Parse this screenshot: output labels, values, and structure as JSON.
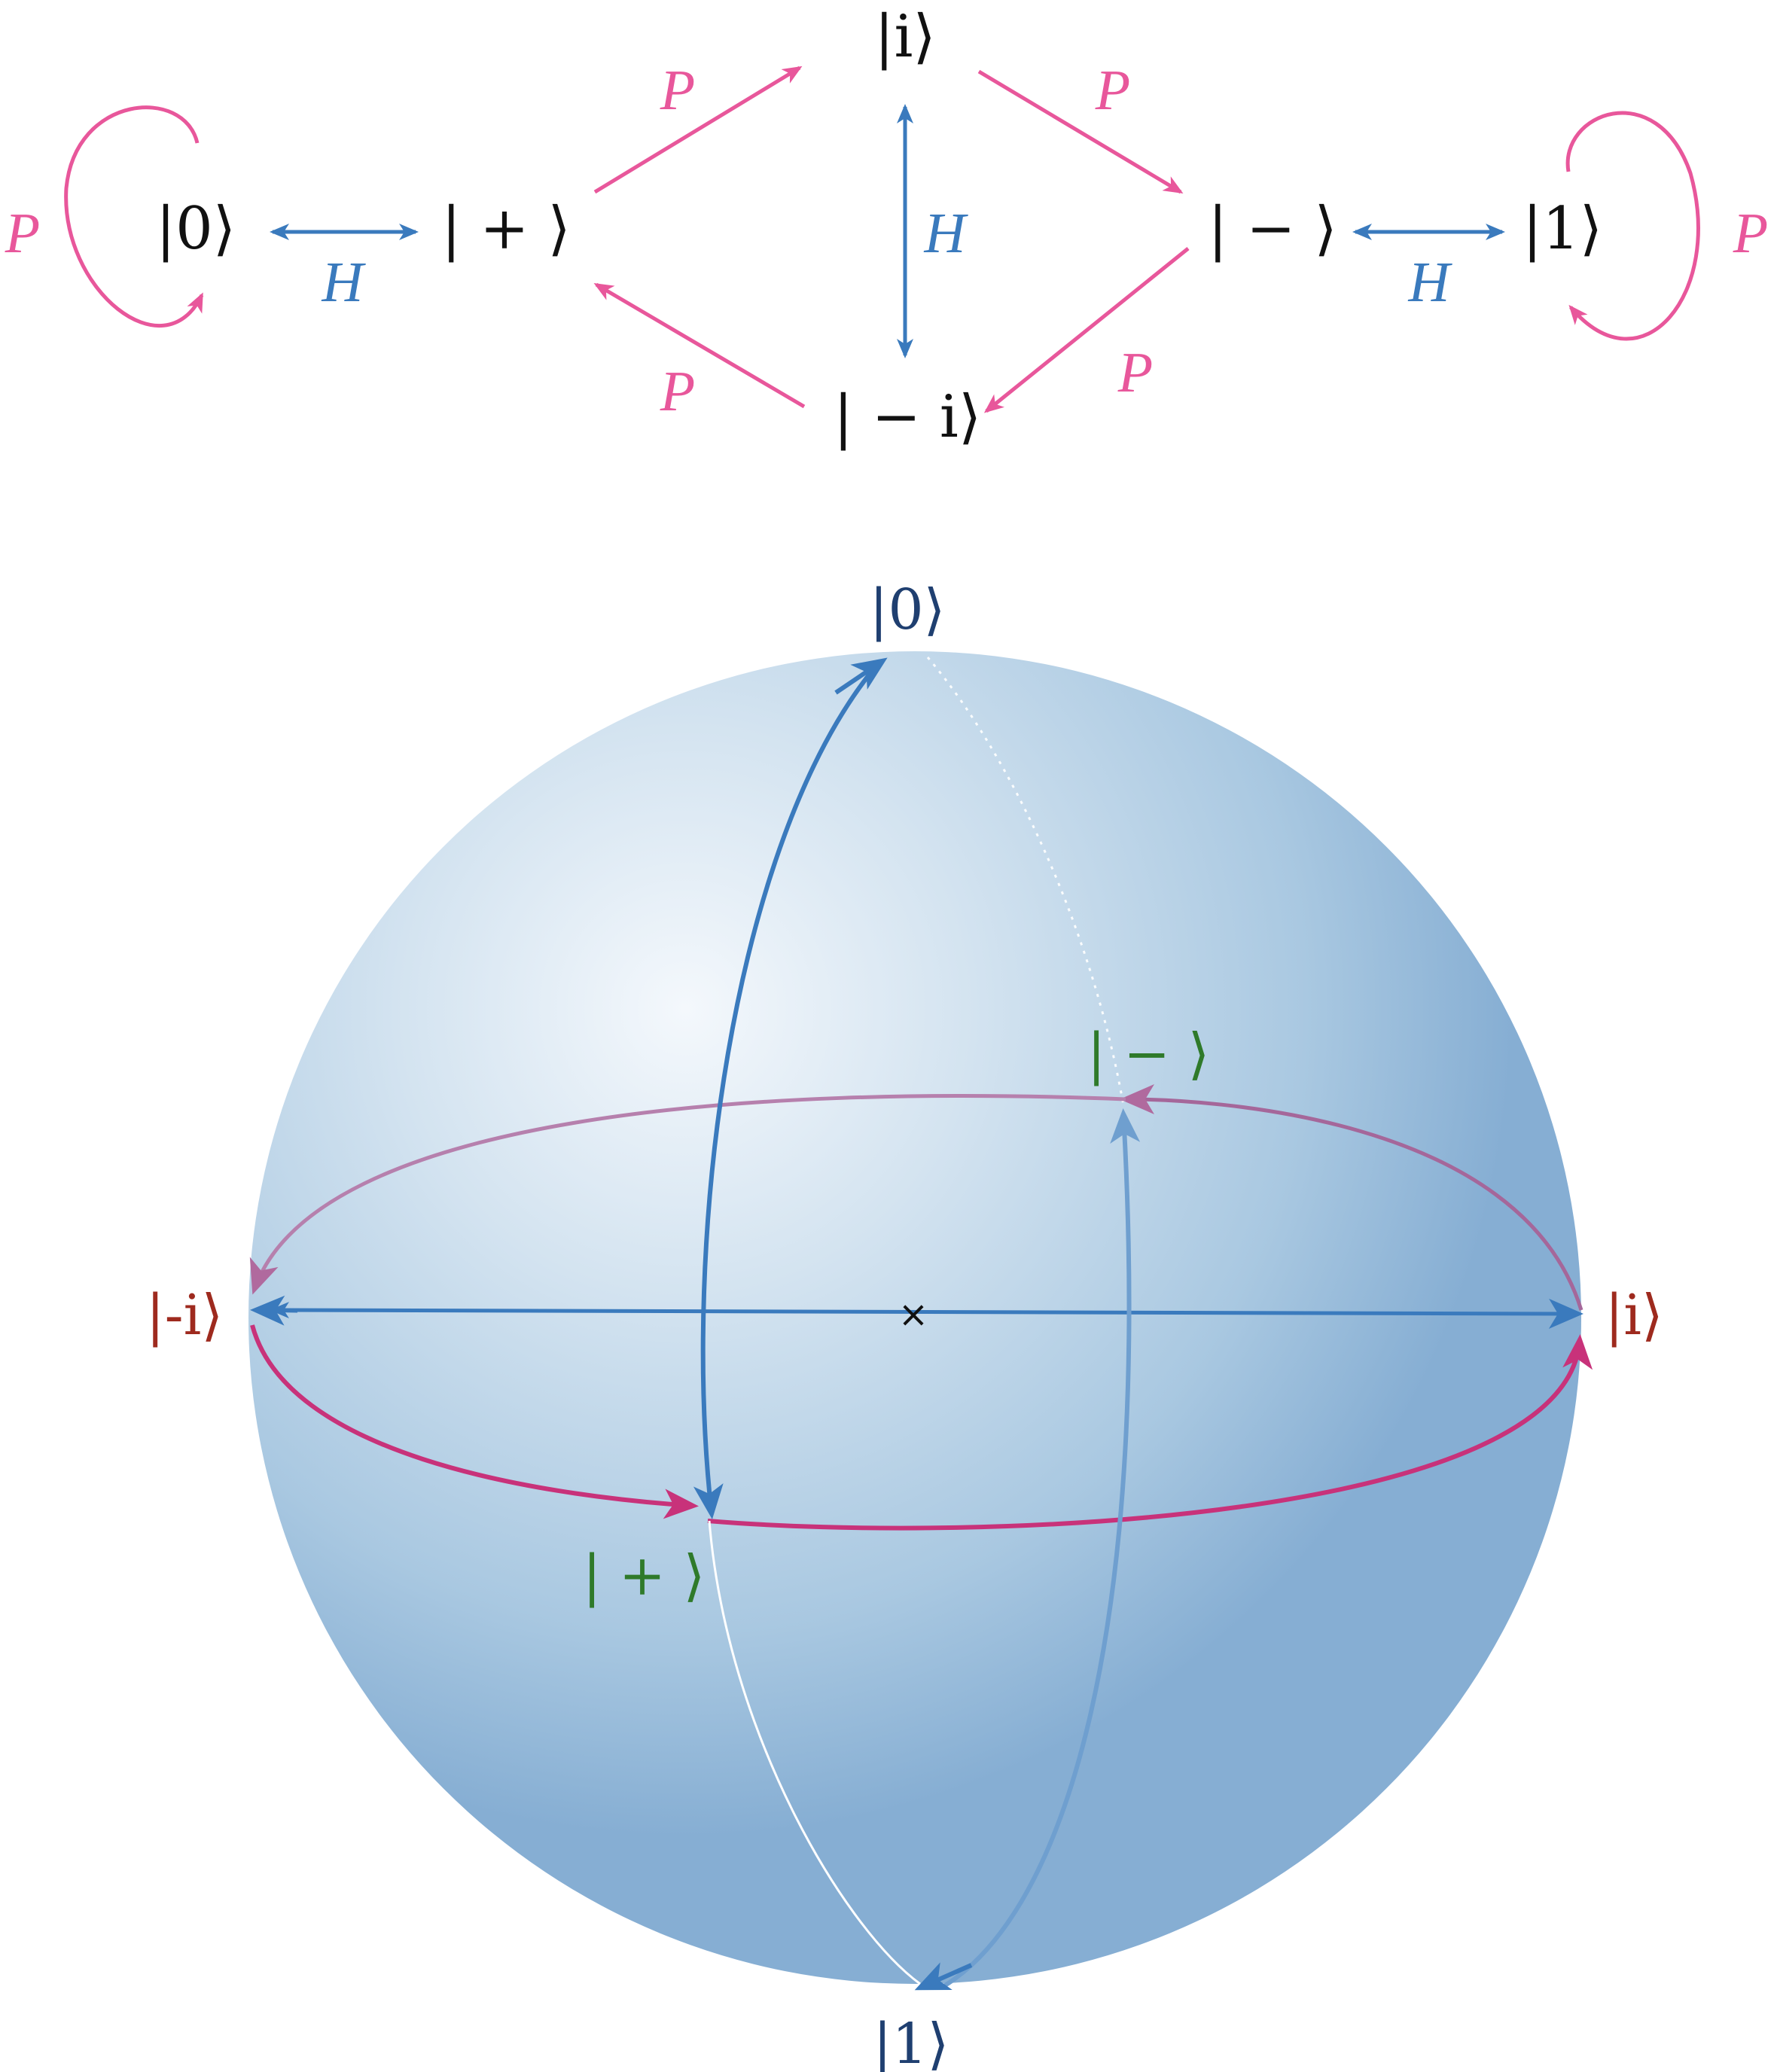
{
  "graph": {
    "states": {
      "zero": "|0⟩",
      "plus": "| + ⟩",
      "i": "|i⟩",
      "minus_i": "| − i⟩",
      "minus": "| − ⟩",
      "one": "|1⟩"
    },
    "operators": {
      "p": "P",
      "h": "H"
    }
  },
  "sphere": {
    "labels": {
      "zero": "|0⟩",
      "one": "|1⟩",
      "i": "|i⟩",
      "minus_i": "|-i⟩",
      "plus": "| + ⟩",
      "minus": "| − ⟩",
      "center": "×"
    }
  },
  "colors": {
    "p_gate": "#e8579b",
    "h_gate": "#3a7abd",
    "sphere_p": "#c8327a",
    "sphere_h": "#3a7abd",
    "x_axis_labels": "#2f7a2a",
    "y_axis_labels": "#9e2a1e",
    "z_axis_labels": "#1f3f70",
    "text": "#111111"
  }
}
